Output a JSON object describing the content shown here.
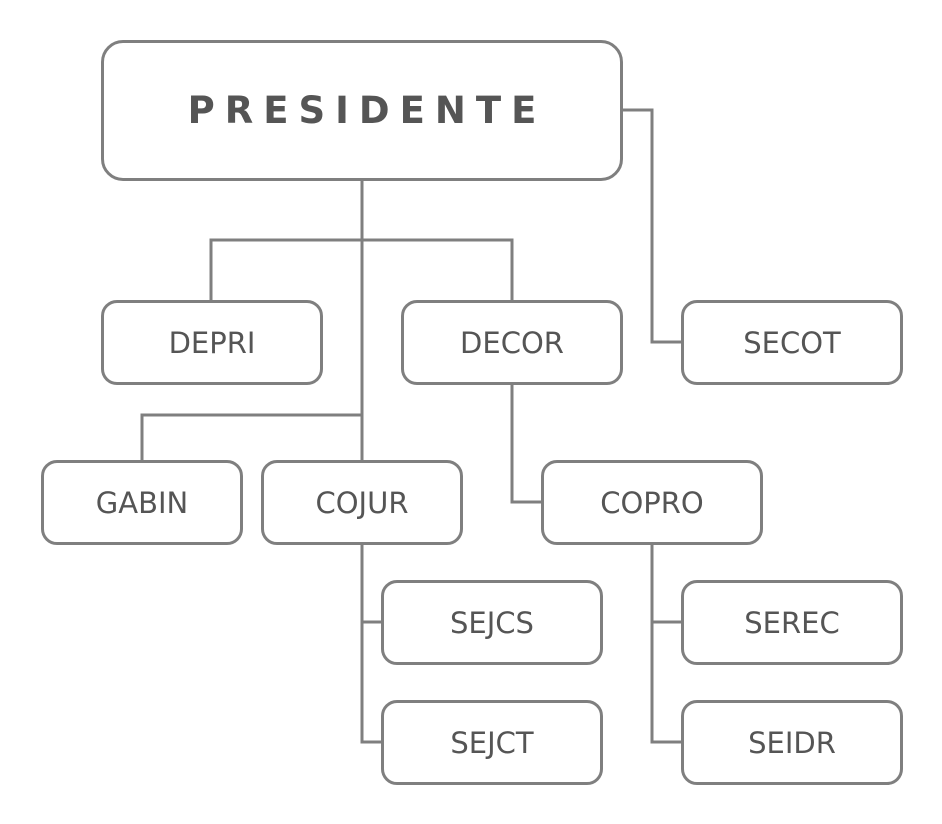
{
  "org_chart": {
    "root": {
      "label": "PRESIDENTE"
    },
    "units": {
      "depri": {
        "label": "DEPRI"
      },
      "decor": {
        "label": "DECOR"
      },
      "secot": {
        "label": "SECOT"
      },
      "gabin": {
        "label": "GABIN"
      },
      "cojur": {
        "label": "COJUR"
      },
      "copro": {
        "label": "COPRO"
      },
      "sejcs": {
        "label": "SEJCS"
      },
      "sejct": {
        "label": "SEJCT"
      },
      "serec": {
        "label": "SEREC"
      },
      "seidr": {
        "label": "SEIDR"
      }
    }
  },
  "style": {
    "line_color": "#7f7f7f",
    "text_color": "#555555",
    "background": "#ffffff"
  }
}
